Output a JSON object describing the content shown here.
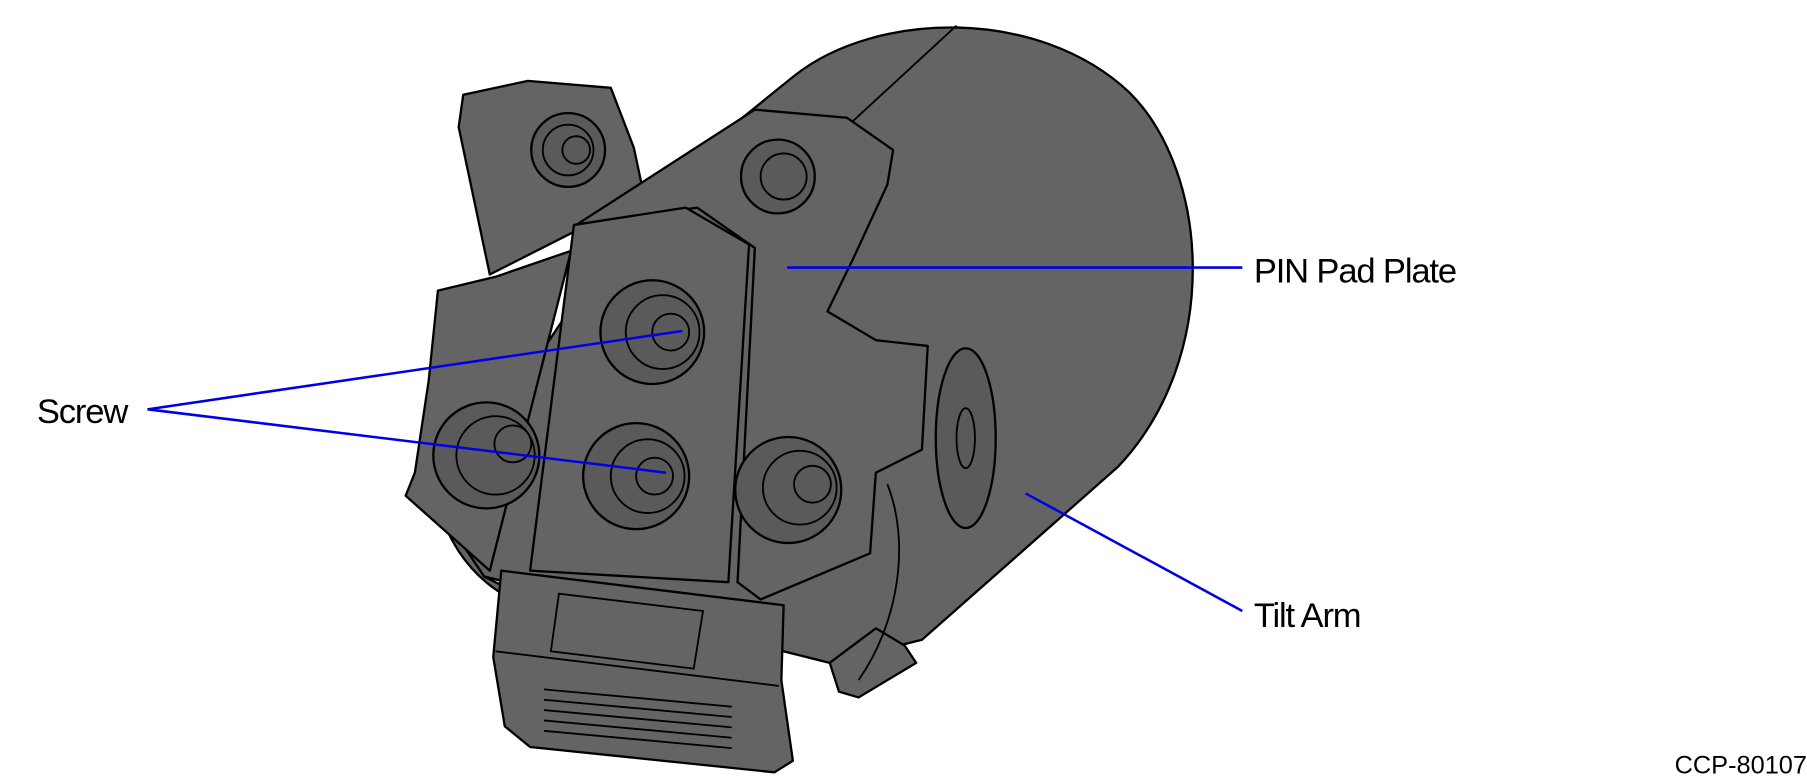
{
  "callouts": {
    "pin_pad_plate": "PIN Pad Plate",
    "screw": "Screw",
    "tilt_arm": "Tilt Arm"
  },
  "figure_id": "CCP-80107",
  "colors": {
    "part": "#646464",
    "leader": "#0000e6",
    "outline": "#000000"
  }
}
